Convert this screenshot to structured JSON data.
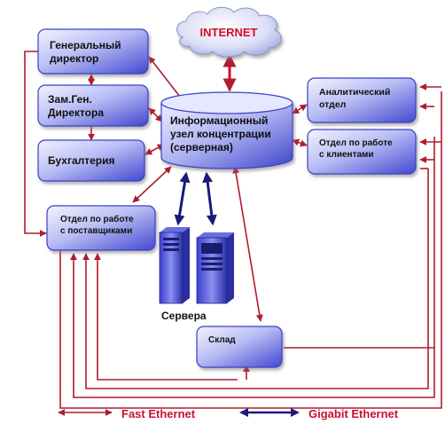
{
  "internet": {
    "label": "INTERNET"
  },
  "nodes": {
    "director": {
      "line1": "Генеральный",
      "line2": "директор"
    },
    "deputy": {
      "line1": "Зам.Ген.",
      "line2": "Директора"
    },
    "accounting": {
      "line1": "Бухгалтерия"
    },
    "suppliers": {
      "line1": "Отдел по работе",
      "line2": "с поставщиками"
    },
    "hub": {
      "line1": "Информационный",
      "line2": "узел концентрации",
      "line3": "(серверная)"
    },
    "analytics": {
      "line1": "Аналитический",
      "line2": "отдел"
    },
    "clients": {
      "line1": "Отдел по работе",
      "line2": "с клиентами"
    },
    "warehouse": {
      "line1": "Склад"
    }
  },
  "servers": {
    "label": "Сервера"
  },
  "legend": {
    "fast": "Fast Ethernet",
    "gigabit": "Gigabit Ethernet"
  },
  "colors": {
    "fast_ethernet": "#b01c2e",
    "gigabit_ethernet": "#1a1a7a",
    "box_fill": "#4f55d6",
    "box_highlight": "#e4e6ff",
    "legend_text": "#c8102e",
    "internet_text": "#d4102a"
  }
}
